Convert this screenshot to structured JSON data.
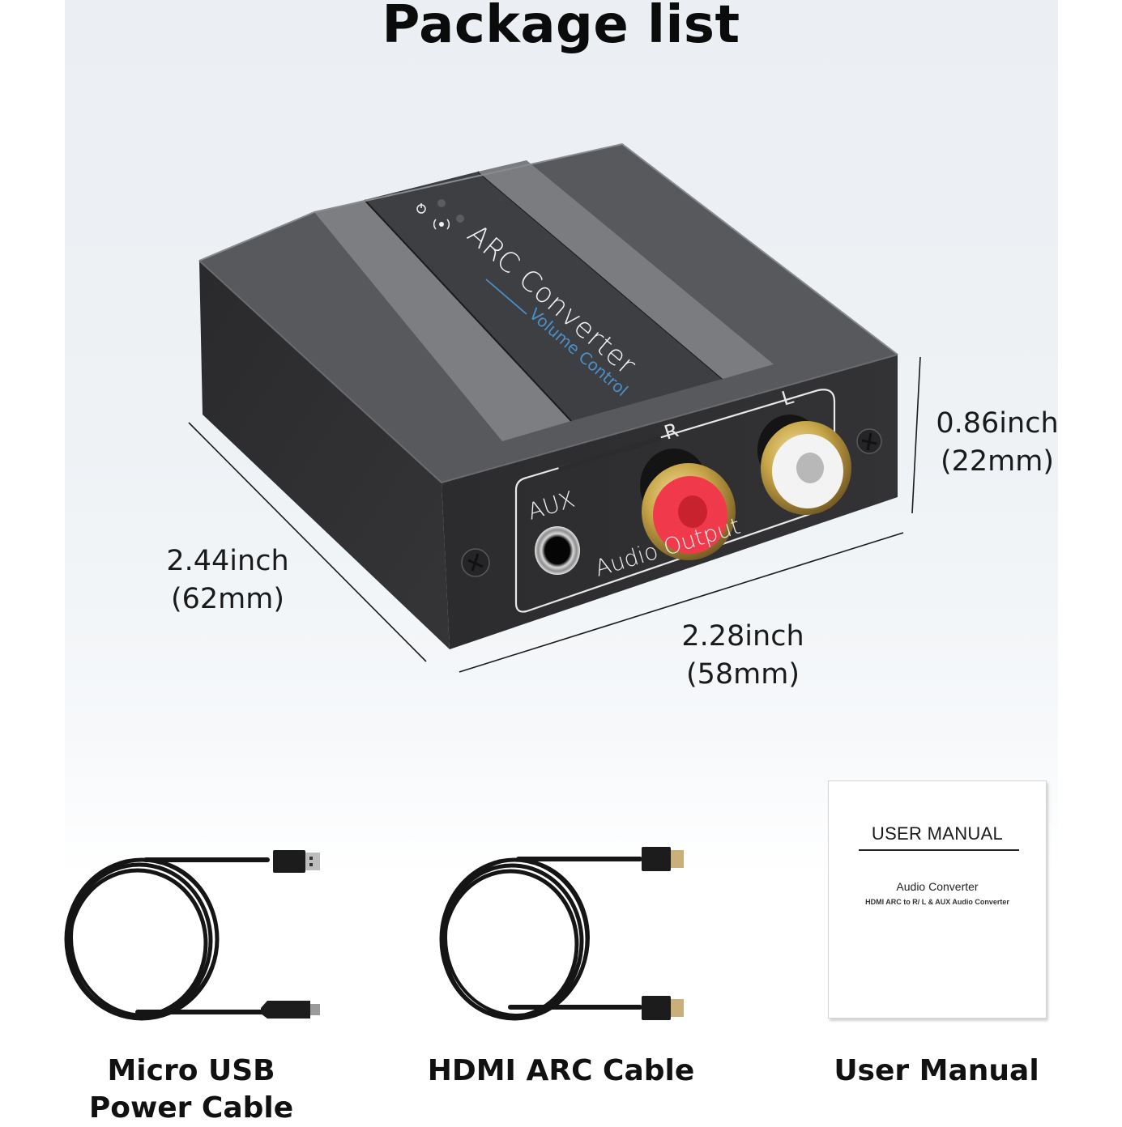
{
  "page": {
    "title": "Package list",
    "background_color": "#ebeff3"
  },
  "product": {
    "name": "ARC Converter",
    "subtitle": "Volume Control",
    "indicators": [
      {
        "icon": "power-icon"
      },
      {
        "icon": "signal-icon"
      }
    ],
    "ports": {
      "aux_label": "AUX",
      "right_label": "R",
      "left_label": "L",
      "output_label": "Audio Output"
    },
    "colors": {
      "body": "#2f2f31",
      "top_light_stripe": "#7b7c80",
      "label_band": "#3c3d40",
      "accent_blue": "#4a90c8",
      "rca_red": "#f0394a",
      "rca_white": "#f2f2f2",
      "gold": "#c9a94a"
    }
  },
  "dimensions": {
    "length": {
      "inch": "2.44inch",
      "mm": "(62mm)"
    },
    "width": {
      "inch": "2.28inch",
      "mm": "(58mm)"
    },
    "height": {
      "inch": "0.86inch",
      "mm": "(22mm)"
    }
  },
  "items": [
    {
      "label_line1": "Micro USB",
      "label_line2": "Power Cable",
      "icon": "micro-usb-cable-icon"
    },
    {
      "label_line1": "HDMI ARC Cable",
      "icon": "hdmi-cable-icon"
    },
    {
      "label_line1": "User Manual",
      "icon": "user-manual-icon"
    }
  ],
  "manual": {
    "heading": "USER MANUAL",
    "title": "Audio Converter",
    "subtitle": "HDMI ARC to R/ L & AUX Audio Converter"
  }
}
